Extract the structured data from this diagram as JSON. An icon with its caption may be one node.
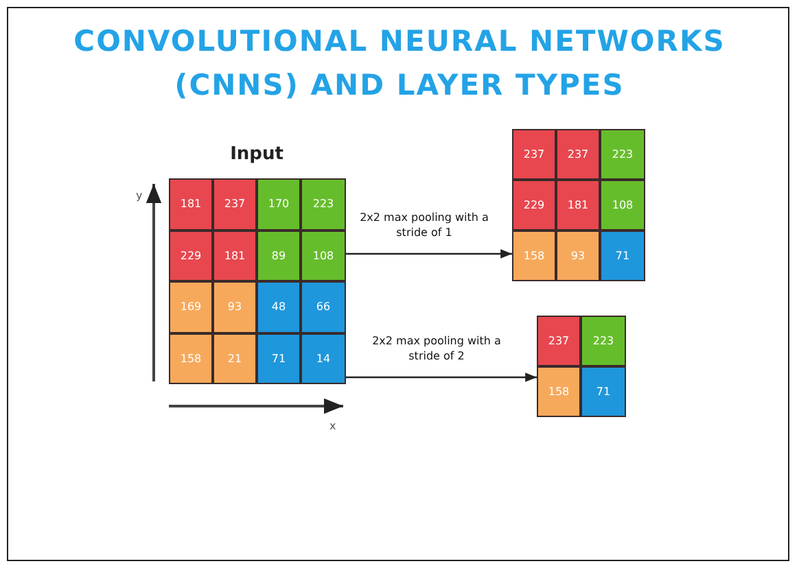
{
  "diagram": {
    "title": "CONVOLUTIONAL NEURAL NETWORKS (CNNS) AND LAYER TYPES",
    "nodes": [
      {
        "text": [
          "Input"
        ]
      },
      {
        "text": [
          "181"
        ],
        "in": 0
      },
      {
        "text": [
          "237"
        ],
        "in": 0
      },
      {
        "text": [
          "170"
        ],
        "in": 0
      },
      {
        "text": [
          "223"
        ],
        "in": 0
      },
      {
        "text": [
          "229"
        ],
        "in": 0
      },
      {
        "text": [
          "181"
        ],
        "in": 0
      },
      {
        "text": [
          "89"
        ],
        "in": 0
      },
      {
        "text": [
          "108"
        ],
        "in": 0
      },
      {
        "text": [
          "169"
        ],
        "in": 0
      },
      {
        "text": [
          "93"
        ],
        "in": 0
      },
      {
        "text": [
          "48"
        ],
        "in": 0
      },
      {
        "text": [
          "66"
        ],
        "in": 0
      },
      {
        "text": [
          "158"
        ],
        "in": 0
      },
      {
        "text": [
          "21"
        ],
        "in": 0
      },
      {
        "text": [
          "71"
        ],
        "in": 0
      },
      {
        "text": [
          "14"
        ],
        "in": 0
      },
      {
        "text": [],
        "shape": "box"
      },
      {
        "text": [
          "237"
        ],
        "in": 17
      },
      {
        "text": [
          "237"
        ],
        "in": 17
      },
      {
        "text": [
          "223"
        ],
        "in": 17
      },
      {
        "text": [
          "229"
        ],
        "in": 17
      },
      {
        "text": [
          "181"
        ],
        "in": 17
      },
      {
        "text": [
          "108"
        ],
        "in": 17
      },
      {
        "text": [
          "158"
        ],
        "in": 17
      },
      {
        "text": [
          "93"
        ],
        "in": 17
      },
      {
        "text": [
          "71"
        ],
        "in": 17
      },
      {
        "text": [],
        "shape": "box"
      },
      {
        "text": [
          "237"
        ],
        "in": 27
      },
      {
        "text": [
          "223"
        ],
        "in": 27
      },
      {
        "text": [
          "158"
        ],
        "in": 27
      },
      {
        "text": [
          "71"
        ],
        "in": 27
      }
    ],
    "edges": [
      {
        "from": 0,
        "to": 17,
        "arrow": "to",
        "label": "2x2 max pooling with a stride of 1"
      },
      {
        "from": 0,
        "to": 27,
        "arrow": "to",
        "label": "2x2 max pooling with a stride of 2"
      }
    ],
    "labels": [
      "y",
      "x"
    ]
  }
}
